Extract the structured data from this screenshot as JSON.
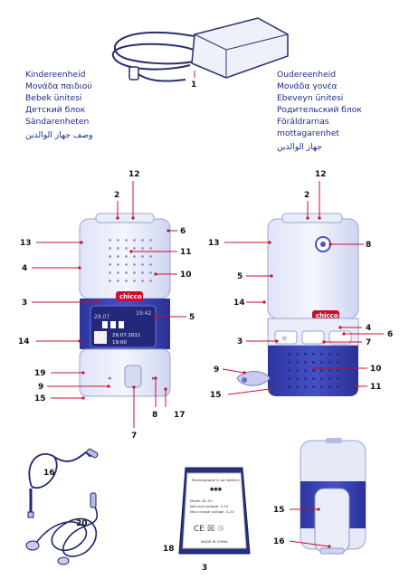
{
  "page": {
    "number": "3"
  },
  "baby_unit_labels": [
    "Kindereenheid",
    "Μονάδα παιδιού",
    "Bebek ünitesi",
    "Детский блок",
    "Sändarenheten",
    "وصف جهاز الوالدين"
  ],
  "parent_unit_labels": [
    "Oudereenheid",
    "Μονάδα γονέα",
    "Ebeveyn ünitesi",
    "Родительский блок",
    "Föräldrarnas",
    "mottagarenhet",
    "جهاز الوالدين"
  ],
  "callouts": {
    "adapter": "1",
    "left": {
      "top12": "12",
      "top2": "2",
      "r6": "6",
      "r11": "11",
      "r10": "10",
      "r5": "5",
      "l13": "13",
      "l4": "4",
      "l3": "3",
      "l14": "14",
      "l19": "19",
      "l9": "9",
      "l15": "15",
      "b7": "7",
      "b8": "8",
      "b17": "17"
    },
    "right": {
      "top12": "12",
      "top2": "2",
      "r8": "8",
      "l13": "13",
      "l5": "5",
      "l14": "14",
      "l3": "3",
      "r4": "4",
      "r6": "6",
      "r7": "7",
      "r10": "10",
      "r11": "11",
      "l9": "9",
      "l15": "15"
    },
    "earphones": "16",
    "cable": "20",
    "battery": "18",
    "clip15": "15",
    "clip16": "16"
  },
  "device": {
    "brand": "chicco",
    "date1": "29.07",
    "time1": "19:42",
    "date2": "29.07.2011",
    "time2": "19:00"
  },
  "battery_text": [
    "Rechargeable Li-ion battery",
    "●●●",
    "Model: BL-5C",
    "Nominal voltage: 3.7V",
    "Max charge voltage: 4.2V",
    "MADE IN CHINA"
  ],
  "colors": {
    "accent": "#c8102e",
    "text": "#1e2a8a",
    "device_blue": "#3b44b8"
  }
}
